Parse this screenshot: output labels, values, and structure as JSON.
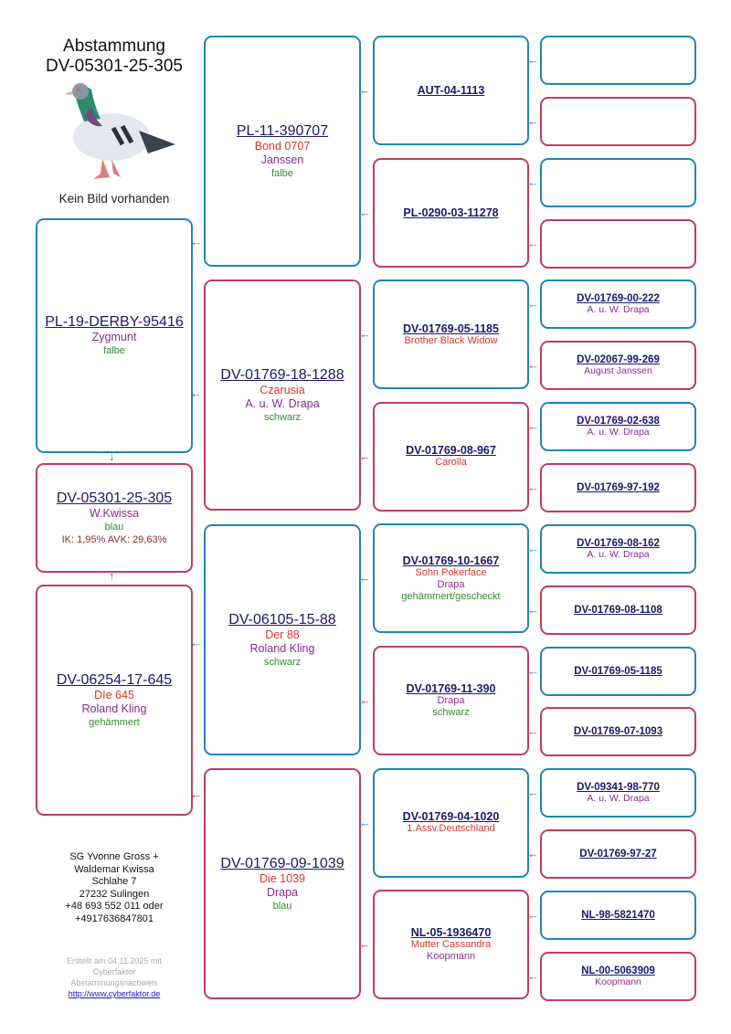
{
  "header": {
    "title": "Abstammung",
    "ring": "DV-05301-25-305",
    "no_image": "Kein Bild vorhanden"
  },
  "subject": {
    "ring": "DV-05301-25-305",
    "owner": "W.Kwissa",
    "color": "blau",
    "extra": "IK: 1,95%  AVK: 29,63%"
  },
  "gen1": [
    {
      "ring": "PL-19-DERBY-95416",
      "owner": "Zygmunt",
      "color": "falbe"
    },
    {
      "ring": "DV-06254-17-645",
      "name": "DIe 645",
      "owner": "Roland Kling",
      "color": "gehämmert"
    }
  ],
  "gen2": [
    {
      "ring": "PL-11-390707",
      "name": "Bond 0707",
      "owner": "Janssen",
      "color": "falbe"
    },
    {
      "ring": "DV-01769-18-1288",
      "name": "Czarusia",
      "owner": "A. u. W. Drapa",
      "color": "schwarz"
    },
    {
      "ring": "DV-06105-15-88",
      "name": "Der 88",
      "owner": "Roland Kling",
      "color": "schwarz"
    },
    {
      "ring": "DV-01769-09-1039",
      "name": "Die 1039",
      "owner": "Drapa",
      "color": "blau"
    }
  ],
  "gen3": [
    {
      "ring": "AUT-04-1113"
    },
    {
      "ring": "PL-0290-03-11278"
    },
    {
      "ring": "DV-01769-05-1185",
      "name": "Brother Black Widow"
    },
    {
      "ring": "DV-01769-08-967",
      "name": "Carolla"
    },
    {
      "ring": "DV-01769-10-1667",
      "name": "Sohn Pokerface",
      "owner": "Drapa",
      "color": "gehämmert/gescheckt"
    },
    {
      "ring": "DV-01769-11-390",
      "owner": "Drapa",
      "color": "schwarz"
    },
    {
      "ring": "DV-01769-04-1020",
      "name": "1.Assv.Deutschland"
    },
    {
      "ring": "NL-05-1936470",
      "name": "Mutter Cassandra",
      "owner": "Koopmann"
    }
  ],
  "gen4": [
    {},
    {},
    {},
    {},
    {
      "ring": "DV-01769-00-222",
      "owner": "A. u. W. Drapa"
    },
    {
      "ring": "DV-02067-99-269",
      "owner": "August Janssen"
    },
    {
      "ring": "DV-01769-02-638",
      "owner": "A. u. W. Drapa"
    },
    {
      "ring": "DV-01769-97-192"
    },
    {
      "ring": "DV-01769-08-162",
      "owner": "A. u. W. Drapa"
    },
    {
      "ring": "DV-01769-08-1108"
    },
    {
      "ring": "DV-01769-05-1185"
    },
    {
      "ring": "DV-01769-07-1093"
    },
    {
      "ring": "DV-09341-98-770",
      "owner": "A. u. W. Drapa"
    },
    {
      "ring": "DV-01769-97-27"
    },
    {
      "ring": "NL-98-5821470"
    },
    {
      "ring": "NL-00-5063909",
      "owner": "Koopmann"
    }
  ],
  "breeder": {
    "lines": [
      "SG Yvonne Gross +",
      "Waldemar Kwissa",
      "Schlahe 7",
      "27232 Sulingen",
      "+48 693 552 011 oder",
      "+4917636847801"
    ]
  },
  "footer": {
    "created": "Erstellt am 04.11.2025 mit",
    "software": "Cyberfaktor",
    "doc": "Abstammungsnachweis",
    "link": "http://www.cyberfaktor.de"
  },
  "colors": {
    "male": "#1f86b8",
    "female": "#c23d5c",
    "ring": "#1b1a6b",
    "name": "#d8342c",
    "owner": "#8a2d8c",
    "color": "#2f8c2f"
  }
}
